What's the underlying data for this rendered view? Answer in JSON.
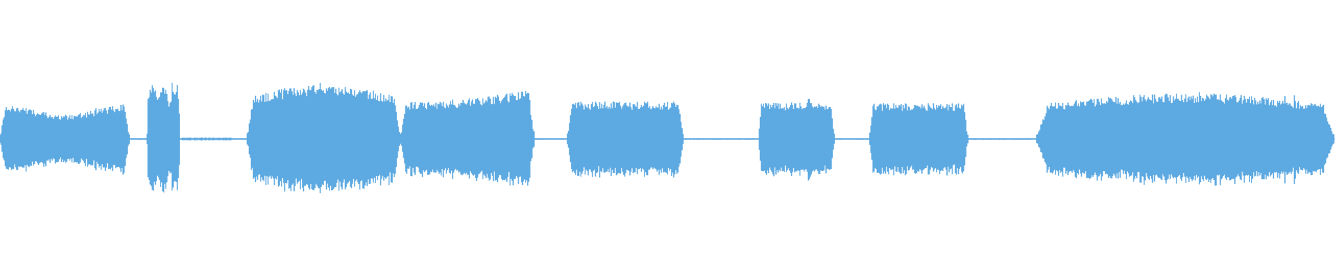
{
  "waveform": {
    "color": "#5DA9E1",
    "background": "#FFFFFF",
    "segments": [
      {
        "start": 0.0,
        "end": 0.097,
        "level": 0.42,
        "shape": "dip"
      },
      {
        "start": 0.11,
        "end": 0.135,
        "level": 0.66,
        "shape": "spiky"
      },
      {
        "start": 0.135,
        "end": 0.175,
        "level": 0.02,
        "shape": "silence"
      },
      {
        "start": 0.185,
        "end": 0.3,
        "level": 0.66,
        "shape": "bulge"
      },
      {
        "start": 0.3,
        "end": 0.4,
        "level": 0.62,
        "shape": "rise"
      },
      {
        "start": 0.425,
        "end": 0.512,
        "level": 0.45,
        "shape": "flat"
      },
      {
        "start": 0.512,
        "end": 0.565,
        "level": 0.01,
        "shape": "silence"
      },
      {
        "start": 0.568,
        "end": 0.625,
        "level": 0.44,
        "shape": "flat"
      },
      {
        "start": 0.651,
        "end": 0.725,
        "level": 0.43,
        "shape": "flat"
      },
      {
        "start": 0.725,
        "end": 0.775,
        "level": 0.01,
        "shape": "silence"
      },
      {
        "start": 0.776,
        "end": 1.0,
        "level": 0.55,
        "shape": "bulge"
      }
    ]
  }
}
